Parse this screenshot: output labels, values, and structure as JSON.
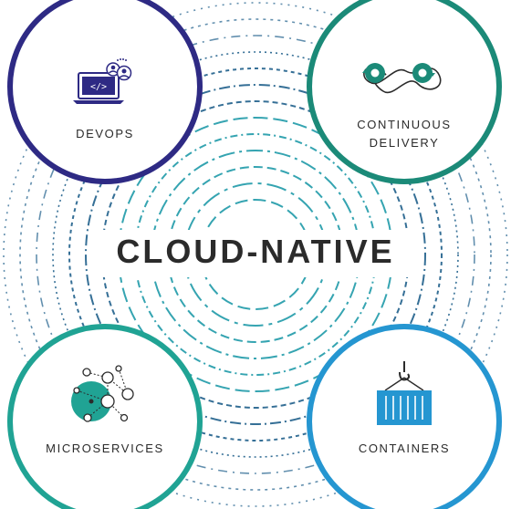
{
  "center": {
    "title": "CLOUD-NATIVE"
  },
  "nodes": {
    "devops": {
      "label": "DEVOPS",
      "icon": "devops-laptop-icon",
      "color": "#2e2a84"
    },
    "continuous_delivery": {
      "label_line1": "CONTINUOUS",
      "label_line2": "DELIVERY",
      "icon": "gears-infinity-icon",
      "color": "#1b8a78"
    },
    "microservices": {
      "label": "MICROSERVICES",
      "icon": "microservices-network-icon",
      "color": "#20a394"
    },
    "containers": {
      "label": "CONTAINERS",
      "icon": "container-crane-icon",
      "color": "#2596d1"
    }
  },
  "rings": {
    "dash_color_inner": "#1f9aa8",
    "dash_color_outer": "#1f5f8b"
  }
}
